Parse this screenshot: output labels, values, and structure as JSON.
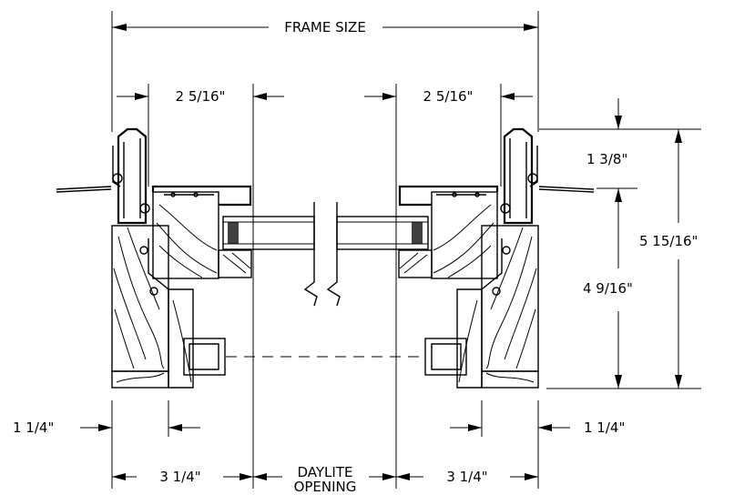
{
  "dimensions": {
    "frame_size": "FRAME SIZE",
    "top_left": "2 5/16\"",
    "top_right": "2 5/16\"",
    "right_top": "1 3/8\"",
    "right_middle": "4 9/16\"",
    "right_overall": "5 15/16\"",
    "bottom_left_small": "1 1/4\"",
    "bottom_right_small": "1 1/4\"",
    "bottom_left_large": "3 1/4\"",
    "bottom_right_large": "3 1/4\"",
    "daylite_line1": "DAYLITE",
    "daylite_line2": "OPENING"
  }
}
